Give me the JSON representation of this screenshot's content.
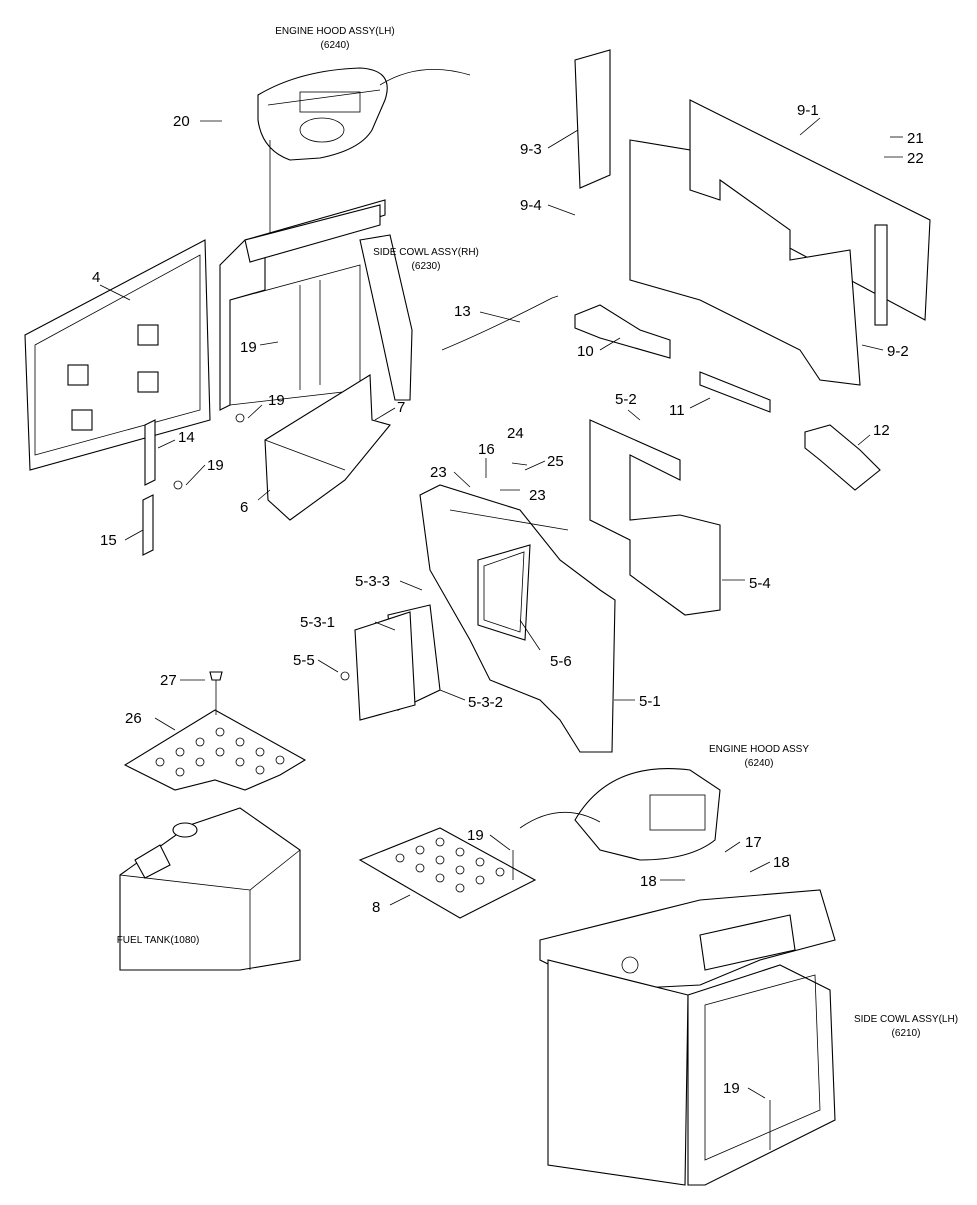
{
  "diagram": {
    "assembly_labels": [
      {
        "name": "ENGINE HOOD ASSY(LH)",
        "code": "(6240)"
      },
      {
        "name": "SIDE COWL ASSY(RH)",
        "code": "(6230)"
      },
      {
        "name": "ENGINE HOOD ASSY",
        "code": "(6240)"
      },
      {
        "name": "SIDE COWL ASSY(LH)",
        "code": "(6210)"
      },
      {
        "name": "FUEL TANK(1080)",
        "code": ""
      }
    ],
    "callouts": [
      "20",
      "9-3",
      "9-4",
      "9-1",
      "21",
      "22",
      "9-2",
      "4",
      "13",
      "10",
      "19",
      "19",
      "7",
      "11",
      "12",
      "14",
      "19",
      "5-2",
      "24",
      "16",
      "25",
      "23",
      "23",
      "6",
      "15",
      "5-4",
      "5-3-3",
      "5-3-1",
      "5-5",
      "5-6",
      "5-3-2",
      "5-1",
      "27",
      "26",
      "19",
      "17",
      "18",
      "18",
      "8",
      "19"
    ]
  },
  "colors": {
    "line": "#000000",
    "background": "#ffffff"
  }
}
